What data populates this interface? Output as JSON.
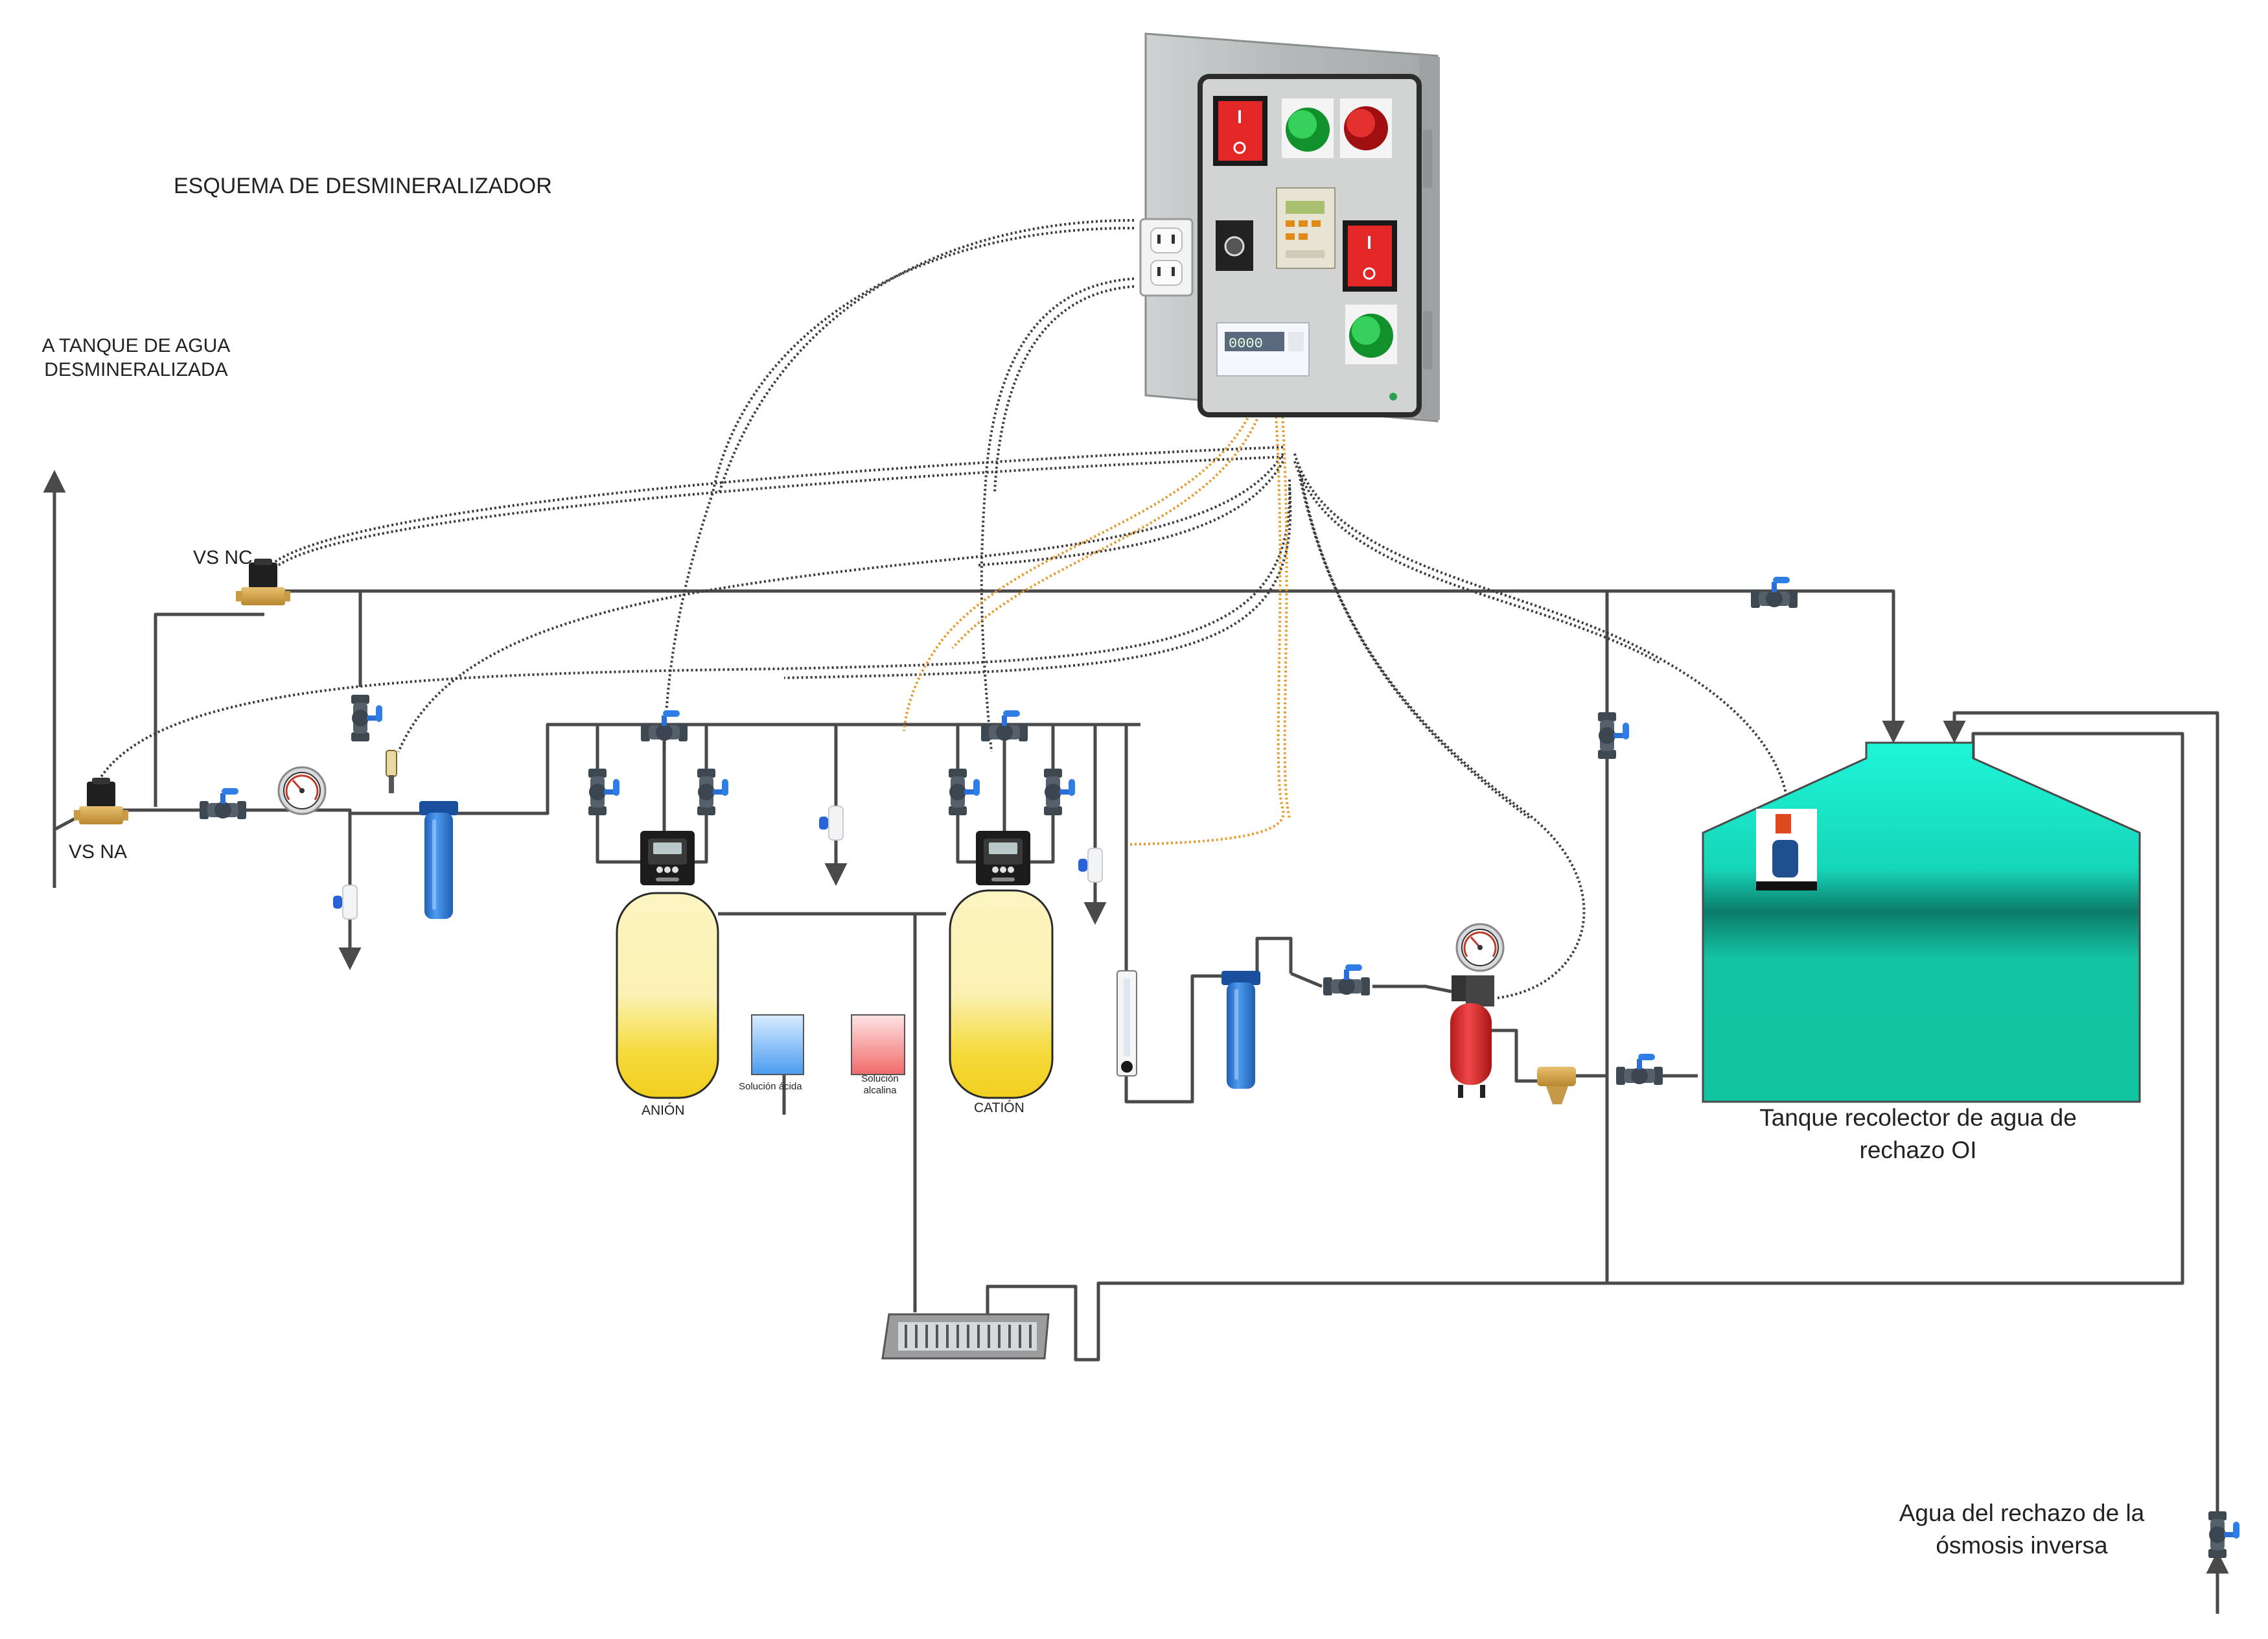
{
  "diagram": {
    "title": "ESQUEMA DE DESMINERALIZADOR",
    "destination_label": "A TANQUE DE AGUA DESMINERALIZADA",
    "valve_nc_label": "VS NC",
    "valve_na_label": "VS NA",
    "anion_label": "ANIÓN",
    "cation_label": "CATIÓN",
    "acid_solution_label": "Solución ácida",
    "alkaline_solution_label": "Solución alcalina",
    "tank_label": "Tanque recolector de agua de rechazo OI",
    "inflow_label": "Agua del rechazo de la ósmosis inversa",
    "meter_display": "0000",
    "colors": {
      "pipe": "#4a4a4a",
      "signal_wire": "#3a3a3a",
      "sensor_wire": "#e59a2e",
      "resin_tank": "#f4d93a",
      "collector_tank": "#1ec9a8",
      "filter_housing": "#2f7fd8",
      "acid_solution": "#4a9cf0",
      "alkaline_solution": "#f06a6a",
      "panel_enclosure": "#b8bcbc"
    },
    "icons": [
      "control-panel-icon",
      "power-switch-icon",
      "pilot-light-green-icon",
      "pilot-light-red-icon",
      "outlet-icon",
      "controller-icon",
      "conductivity-meter-icon",
      "solenoid-valve-icon",
      "ball-valve-icon",
      "pressure-gauge-icon",
      "filter-housing-icon",
      "resin-tank-icon",
      "valve-head-icon",
      "flowmeter-icon",
      "pump-icon",
      "strainer-icon",
      "floor-drain-icon",
      "level-float-icon",
      "sample-valve-icon"
    ]
  }
}
